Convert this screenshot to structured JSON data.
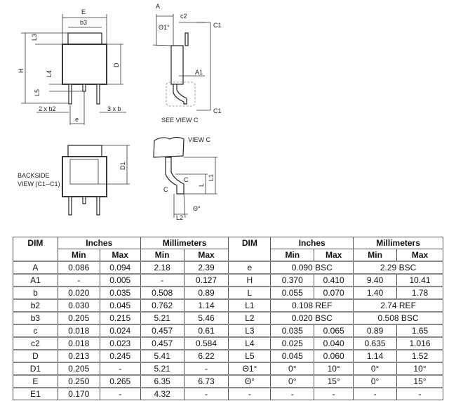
{
  "drawing": {
    "labels": {
      "E": "E",
      "b3": "b3",
      "L3": "L3",
      "H": "H",
      "D": "D",
      "L4": "L4",
      "L5": "L5",
      "b2": "2 x b2",
      "b": "3 x b",
      "e": "e",
      "A": "A",
      "c2": "c2",
      "C1_top": "C1",
      "C1_bottom": "C1",
      "theta1": "Θ1°",
      "A1": "A1",
      "see_view_c": "SEE VIEW C",
      "D1": "D1",
      "backside_1": "BACKSIDE",
      "backside_2": "VIEW (C1--C1)",
      "view_c": "VIEW C",
      "L1": "L1",
      "L": "L",
      "C_a": "C",
      "C_b": "C",
      "theta": "Θ°",
      "L2": "L2"
    }
  },
  "table": {
    "header": {
      "dim": "DIM",
      "inches": "Inches",
      "millimeters": "Millimeters",
      "min": "Min",
      "max": "Max"
    },
    "left": [
      {
        "dim": "A",
        "in_min": "0.086",
        "in_max": "0.094",
        "mm_min": "2.18",
        "mm_max": "2.39"
      },
      {
        "dim": "A1",
        "in_min": "-",
        "in_max": "0.005",
        "mm_min": "-",
        "mm_max": "0.127"
      },
      {
        "dim": "b",
        "in_min": "0.020",
        "in_max": "0.035",
        "mm_min": "0.508",
        "mm_max": "0.89"
      },
      {
        "dim": "b2",
        "in_min": "0.030",
        "in_max": "0.045",
        "mm_min": "0.762",
        "mm_max": "1.14"
      },
      {
        "dim": "b3",
        "in_min": "0.205",
        "in_max": "0.215",
        "mm_min": "5.21",
        "mm_max": "5.46"
      },
      {
        "dim": "c",
        "in_min": "0.018",
        "in_max": "0.024",
        "mm_min": "0.457",
        "mm_max": "0.61"
      },
      {
        "dim": "c2",
        "in_min": "0.018",
        "in_max": "0.023",
        "mm_min": "0.457",
        "mm_max": "0.584"
      },
      {
        "dim": "D",
        "in_min": "0.213",
        "in_max": "0.245",
        "mm_min": "5.41",
        "mm_max": "6.22"
      },
      {
        "dim": "D1",
        "in_min": "0.205",
        "in_max": "-",
        "mm_min": "5.21",
        "mm_max": "-"
      },
      {
        "dim": "E",
        "in_min": "0.250",
        "in_max": "0.265",
        "mm_min": "6.35",
        "mm_max": "6.73"
      },
      {
        "dim": "E1",
        "in_min": "0.170",
        "in_max": "-",
        "mm_min": "4.32",
        "mm_max": "-"
      }
    ],
    "right": [
      {
        "dim": "e",
        "in_span": "0.090 BSC",
        "mm_span": "2.29 BSC"
      },
      {
        "dim": "H",
        "in_min": "0.370",
        "in_max": "0.410",
        "mm_min": "9.40",
        "mm_max": "10.41"
      },
      {
        "dim": "L",
        "in_min": "0.055",
        "in_max": "0.070",
        "mm_min": "1.40",
        "mm_max": "1.78"
      },
      {
        "dim": "L1",
        "in_span": "0.108 REF",
        "mm_span": "2.74 REF"
      },
      {
        "dim": "L2",
        "in_span": "0.020 BSC",
        "mm_span": "0.508 BSC"
      },
      {
        "dim": "L3",
        "in_min": "0.035",
        "in_max": "0.065",
        "mm_min": "0.89",
        "mm_max": "1.65"
      },
      {
        "dim": "L4",
        "in_min": "0.025",
        "in_max": "0.040",
        "mm_min": "0.635",
        "mm_max": "1.016"
      },
      {
        "dim": "L5",
        "in_min": "0.045",
        "in_max": "0.060",
        "mm_min": "1.14",
        "mm_max": "1.52"
      },
      {
        "dim": "Θ1°",
        "in_min": "0°",
        "in_max": "10°",
        "mm_min": "0°",
        "mm_max": "10°"
      },
      {
        "dim": "Θ°",
        "in_min": "0°",
        "in_max": "15°",
        "mm_min": "0°",
        "mm_max": "15°"
      },
      {
        "dim": "-",
        "in_min": "-",
        "in_max": "-",
        "mm_min": "-",
        "mm_max": "-"
      }
    ]
  }
}
